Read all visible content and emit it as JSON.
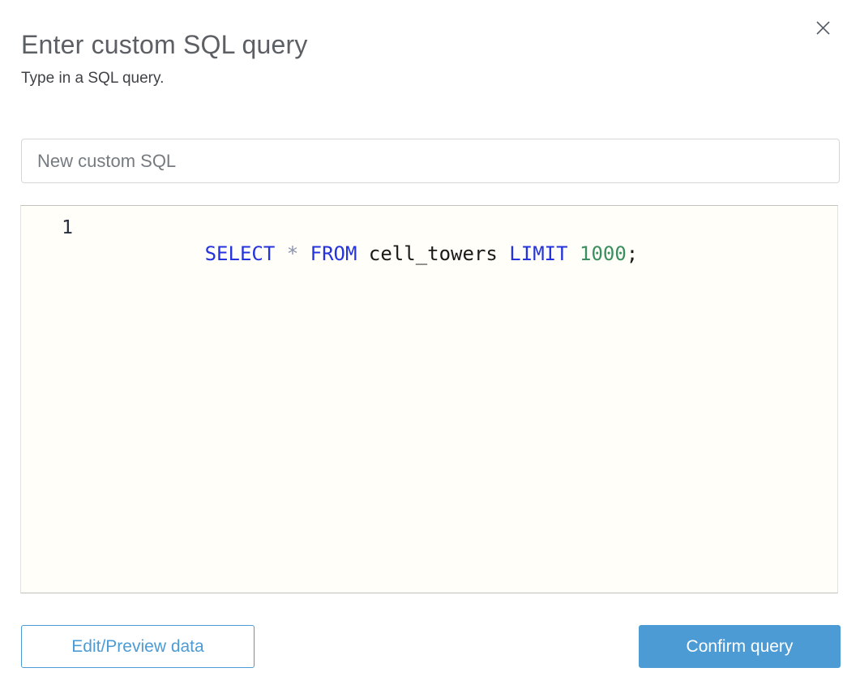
{
  "dialog": {
    "title": "Enter custom SQL query",
    "subtitle": "Type in a SQL query."
  },
  "name_input": {
    "value": "New custom SQL"
  },
  "editor": {
    "line_number": "1",
    "sql_text": "SELECT * FROM cell_towers LIMIT 1000;",
    "tokens": [
      {
        "text": "SELECT ",
        "type": "keyword"
      },
      {
        "text": "* ",
        "type": "operator"
      },
      {
        "text": "FROM ",
        "type": "keyword"
      },
      {
        "text": "cell_towers ",
        "type": "plain"
      },
      {
        "text": "LIMIT ",
        "type": "keyword"
      },
      {
        "text": "1000",
        "type": "number"
      },
      {
        "text": ";",
        "type": "plain"
      }
    ]
  },
  "footer": {
    "edit_preview_label": "Edit/Preview data",
    "confirm_label": "Confirm query"
  },
  "icons": {
    "close": "close-icon"
  },
  "colors": {
    "accent_blue": "#4c9bd4",
    "keyword": "#2433dd",
    "operator": "#8a93ad",
    "number": "#3a8f5f",
    "editor_bg": "#fffef8",
    "title_text": "#5c5f63"
  }
}
